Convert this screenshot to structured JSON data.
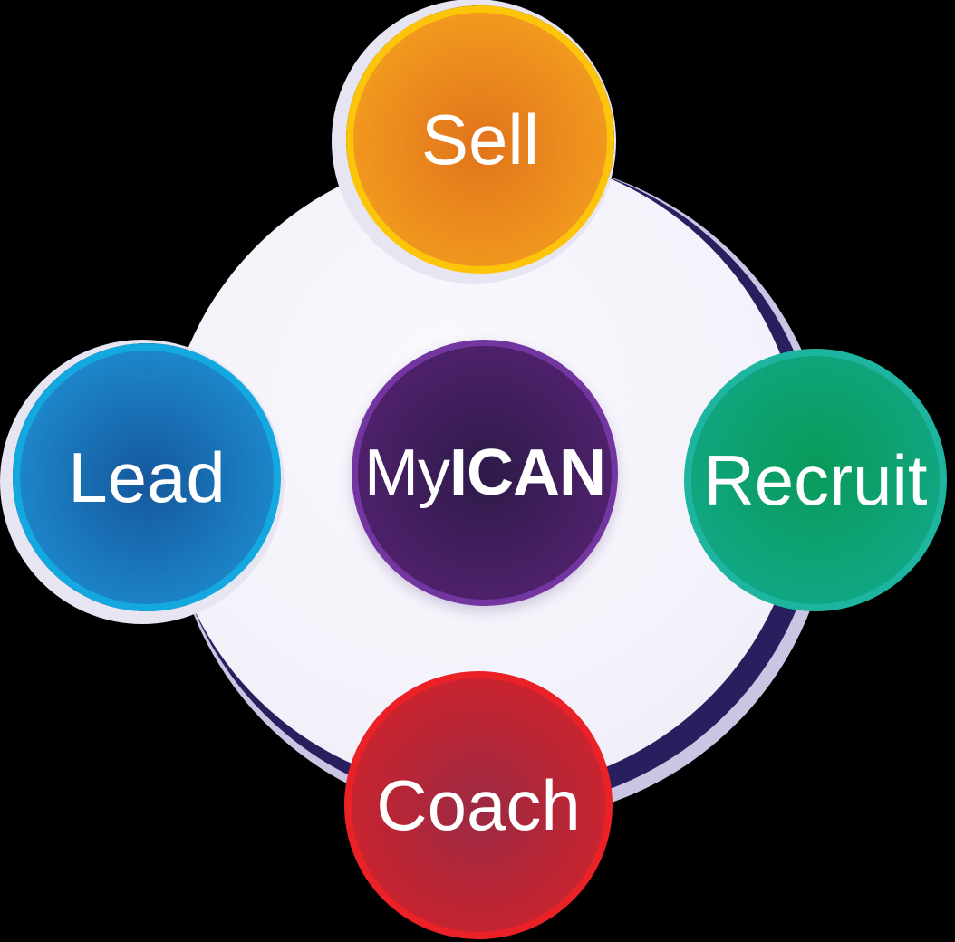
{
  "diagram": {
    "type": "hub-and-spoke cycle",
    "center": {
      "label_light": "My",
      "label_bold": "ICAN",
      "full_label": "MyICAN"
    },
    "nodes": [
      {
        "id": "sell",
        "label": "Sell",
        "position": "top"
      },
      {
        "id": "recruit",
        "label": "Recruit",
        "position": "right"
      },
      {
        "id": "coach",
        "label": "Coach",
        "position": "bottom"
      },
      {
        "id": "lead",
        "label": "Lead",
        "position": "left"
      }
    ]
  },
  "theme": {
    "background": "#000000",
    "text": "#ffffff",
    "disc_center": "#faf9fd",
    "disc_mid": "#f4f2fa",
    "disc_edge": "#edeaf6",
    "ring_dark": "#281f5e",
    "ring_shadow": "#c9c5e3",
    "halo": "#e8e5f3",
    "sell_border": "#fcc50a",
    "sell_core": "#e1731c",
    "sell_edge": "#f8a81f",
    "recruit_border": "#1db4a0",
    "recruit_core": "#099a59",
    "recruit_edge": "#14ab92",
    "coach_border": "#ea2127",
    "coach_core": "#9b2a43",
    "coach_edge": "#da2127",
    "lead_border": "#14a8e1",
    "lead_core": "#15579c",
    "lead_edge": "#2098db",
    "center_border": "#7336a1",
    "center_core": "#2d1a48",
    "center_edge": "#5b2479"
  }
}
